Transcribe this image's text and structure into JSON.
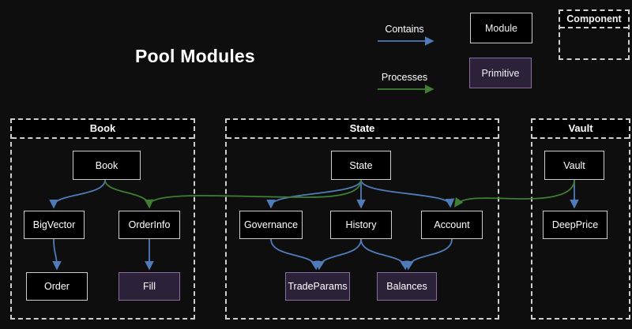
{
  "title": "Pool Modules",
  "legend": {
    "contains_label": "Contains",
    "processes_label": "Processes",
    "module_label": "Module",
    "primitive_label": "Primitive",
    "component_label": "Component"
  },
  "containers": {
    "book": "Book",
    "state": "State",
    "vault": "Vault"
  },
  "nodes": {
    "book": "Book",
    "bigvector": "BigVector",
    "orderinfo": "OrderInfo",
    "order": "Order",
    "fill": "Fill",
    "state": "State",
    "governance": "Governance",
    "history": "History",
    "account": "Account",
    "tradeparams": "TradeParams",
    "balances": "Balances",
    "vault": "Vault",
    "deepprice": "DeepPrice"
  },
  "edges": [
    {
      "from": "Book",
      "to": "BigVector",
      "type": "contains"
    },
    {
      "from": "Book",
      "to": "OrderInfo",
      "type": "processes"
    },
    {
      "from": "BigVector",
      "to": "Order",
      "type": "contains"
    },
    {
      "from": "OrderInfo",
      "to": "Fill",
      "type": "contains"
    },
    {
      "from": "State",
      "to": "Governance",
      "type": "contains"
    },
    {
      "from": "State",
      "to": "History",
      "type": "contains"
    },
    {
      "from": "State",
      "to": "Account",
      "type": "contains"
    },
    {
      "from": "State",
      "to": "OrderInfo",
      "type": "processes"
    },
    {
      "from": "Governance",
      "to": "TradeParams",
      "type": "contains"
    },
    {
      "from": "History",
      "to": "TradeParams",
      "type": "contains"
    },
    {
      "from": "History",
      "to": "Balances",
      "type": "contains"
    },
    {
      "from": "Account",
      "to": "Balances",
      "type": "contains"
    },
    {
      "from": "Vault",
      "to": "DeepPrice",
      "type": "contains"
    },
    {
      "from": "Vault",
      "to": "Account",
      "type": "processes"
    }
  ],
  "colors": {
    "background": "#0e0e0e",
    "module_fill": "#000000",
    "module_border": "#cccccc",
    "primitive_fill": "#2b2139",
    "primitive_border": "#8a6d9c",
    "contains_arrow": "#4f7cb8",
    "processes_arrow": "#3f7e33",
    "cluster_border": "#cfcfcf",
    "cluster_header_fill": "#000000",
    "text": "#f2f2f2"
  }
}
